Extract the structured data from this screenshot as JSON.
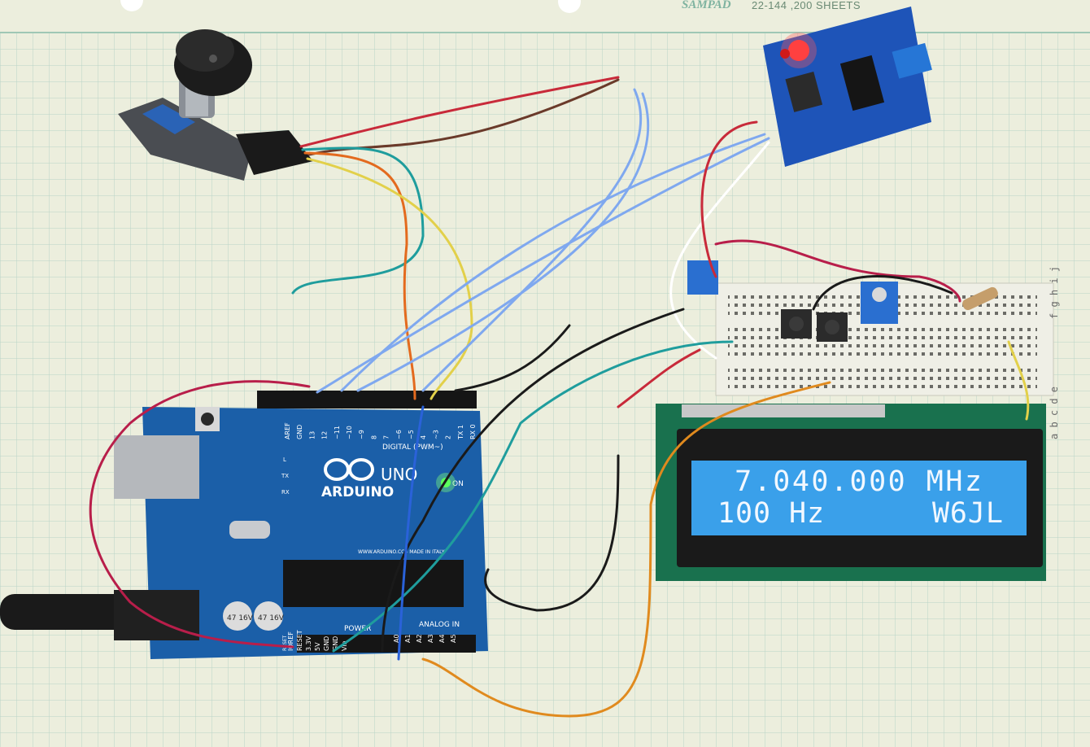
{
  "notepad": {
    "brand": "SAMPAD",
    "sheet_info": "22-144 ,200 SHEETS"
  },
  "arduino": {
    "brand": "ARDUINO",
    "model": "UNO",
    "digital_header": "DIGITAL (PWM~)",
    "power_header": "POWER",
    "analog_header": "ANALOG IN",
    "on_label": "ON",
    "made_in": "WWW.ARDUINO.CC - MADE IN ITALY",
    "pins_digital": [
      "AREF",
      "GND",
      "13",
      "12",
      "~11",
      "~10",
      "~9",
      "8",
      "7",
      "~6",
      "~5",
      "4",
      "~3",
      "2",
      "TX 1",
      "RX 0"
    ],
    "pins_power": [
      "IOREF",
      "RESET",
      "3.3V",
      "5V",
      "GND",
      "GND",
      "Vin"
    ],
    "pins_analog": [
      "A0",
      "A1",
      "A2",
      "A3",
      "A4",
      "A5"
    ],
    "tx_label": "TX",
    "rx_label": "RX",
    "l_label": "L",
    "reset_label": "RESET",
    "cap_left": "47 16V",
    "cap_right": "47 16V"
  },
  "breadboard": {
    "row_labels_top": "f g h i j",
    "row_labels_bottom": "a b c d e"
  },
  "lcd": {
    "line1": "  7.040.000 MHz",
    "line2": "100 Hz      W6JL"
  },
  "colors": {
    "lcd_bg": "#3aa0ea",
    "board_blue": "#1b5fa8",
    "pcb_green": "#19714e",
    "led_red": "#ff2a2a",
    "led_green": "#49ff49"
  },
  "icons": {
    "arduino_logo": "infinity-logo-icon"
  }
}
